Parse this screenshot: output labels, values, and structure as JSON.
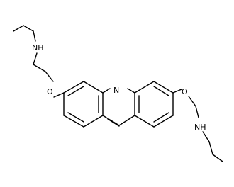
{
  "molecule": {
    "atom_labels": {
      "nh_left": "NH",
      "o_left": "O",
      "n_center": "N",
      "o_right": "O",
      "nh_right": "NH"
    },
    "colors": {
      "bond": "#000000",
      "background": "#ffffff"
    }
  }
}
